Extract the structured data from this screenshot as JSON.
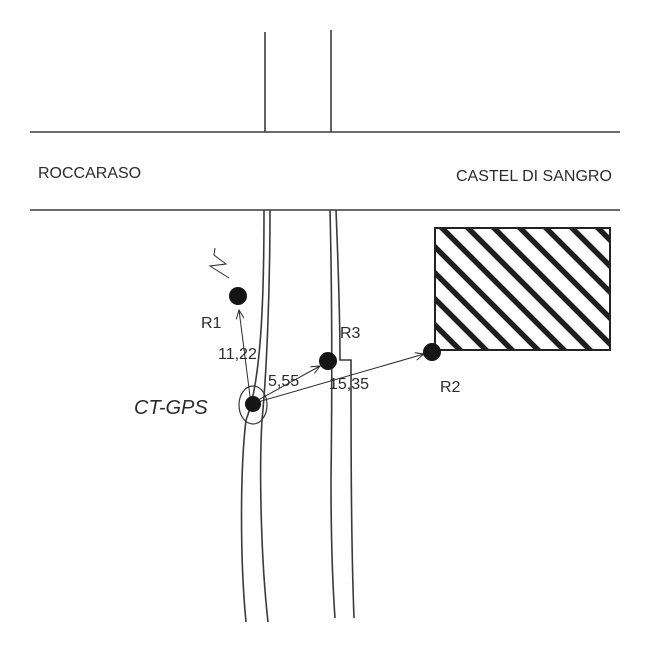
{
  "places": {
    "west": "ROCCARASO",
    "east": "CASTEL DI SANGRO"
  },
  "stations": {
    "r1": "R1",
    "r2": "R2",
    "r3": "R3",
    "main": "CT-GPS"
  },
  "distances": {
    "to_r1": "11,22",
    "to_r3": "5,55",
    "to_r2": "15,35"
  },
  "colors": {
    "ink": "#2b2b2b",
    "road": "#3a3a3a",
    "background": "#ffffff"
  }
}
